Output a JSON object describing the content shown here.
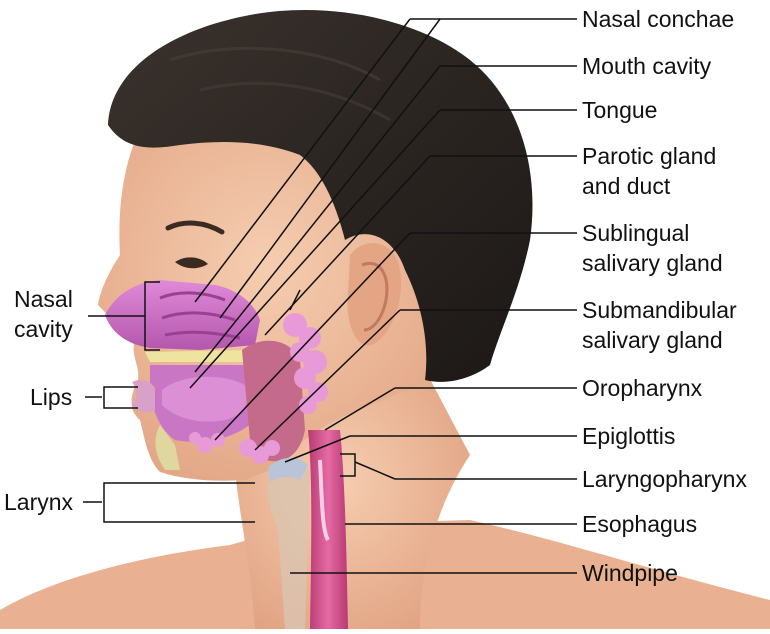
{
  "labels": {
    "nasal_conchae": "Nasal conchae",
    "mouth_cavity": "Mouth cavity",
    "tongue": "Tongue",
    "parotic_gland": [
      "Parotic gland",
      "and duct"
    ],
    "sublingual": [
      "Sublingual",
      "salivary gland"
    ],
    "submandibular": [
      "Submandibular",
      "salivary gland"
    ],
    "oropharynx": "Oropharynx",
    "epiglottis": "Epiglottis",
    "laryngopharynx": "Laryngopharynx",
    "esophagus": "Esophagus",
    "windpipe": "Windpipe",
    "nasal_cavity": [
      "Nasal",
      "cavity"
    ],
    "lips": "Lips",
    "larynx": "Larynx"
  },
  "colors": {
    "skin": "#f2c0a0",
    "skin_shade": "#d9967a",
    "hair": "#2d2724",
    "tissue_purple": "#cf6fc7",
    "esophagus": "#d6528e",
    "gland": "#e89ad8",
    "leader": "#111111"
  }
}
